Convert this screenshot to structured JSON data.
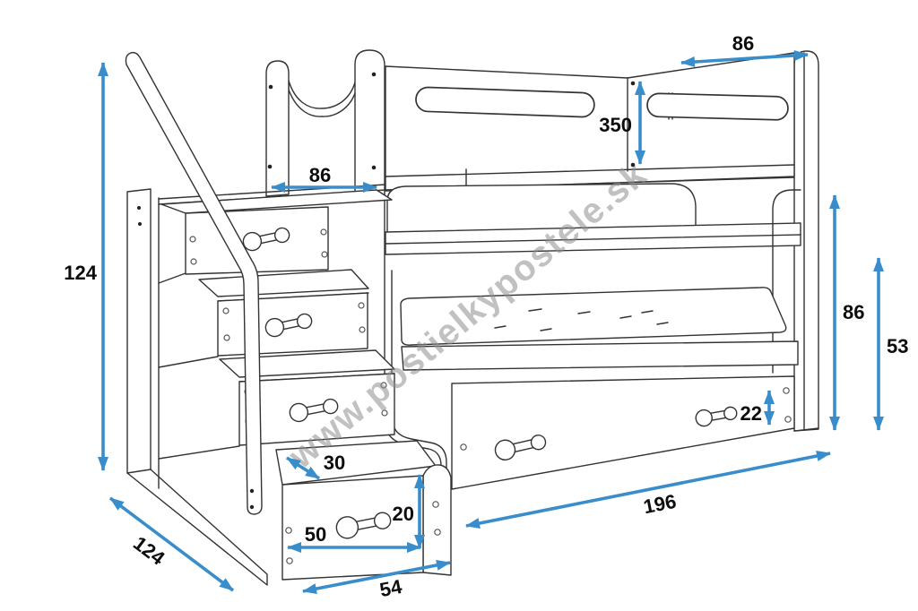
{
  "watermark": {
    "text": "www.postielkypostele.sk"
  },
  "colors": {
    "dimension": "#3a8dcb",
    "line": "#333333",
    "watermark": "#8f8f8f",
    "background": "#ffffff"
  },
  "dimensions": {
    "end_board_width_top": {
      "value": "86"
    },
    "headrail_height": {
      "value": "350"
    },
    "entry_opening_width": {
      "value": "86"
    },
    "overall_height": {
      "value": "124"
    },
    "overall_depth": {
      "value": "124"
    },
    "step_depth": {
      "value": "30"
    },
    "step_riser_height": {
      "value": "20"
    },
    "step_drawer_front_width": {
      "value": "50"
    },
    "bottom_step_width": {
      "value": "54"
    },
    "bed_drawer_height": {
      "value": "22"
    },
    "bed_length": {
      "value": "196"
    },
    "side_panel_height": {
      "value": "86"
    },
    "lower_bed_height": {
      "value": "53"
    }
  }
}
